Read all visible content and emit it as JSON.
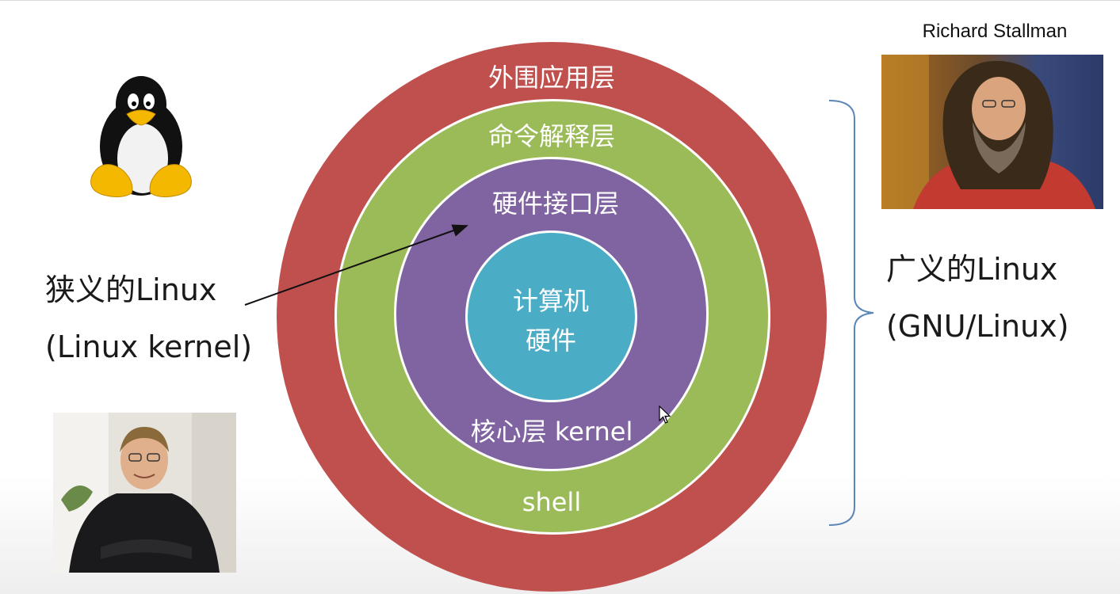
{
  "diagram": {
    "layers": {
      "outer": "外围应用层",
      "command": "命令解释层",
      "hardware_interface": "硬件接口层",
      "kernel": "核心层 kernel",
      "shell": "shell",
      "core_line1": "计算机",
      "core_line2": "硬件"
    },
    "colors": {
      "outer": "#c0504d",
      "shell": "#9bbb59",
      "kernel": "#8064a2",
      "hardware": "#4bacc6"
    }
  },
  "narrow": {
    "title": "狭义的Linux",
    "subtitle": "(Linux kernel)"
  },
  "broad": {
    "title": "广义的Linux",
    "subtitle": "(GNU/Linux)"
  },
  "people": {
    "stallman_name": "Richard Stallman"
  },
  "icons": {
    "logo": "tux-penguin-logo",
    "photo_left": "linus-torvalds-photo",
    "photo_right": "richard-stallman-photo",
    "pointer": "mouse-cursor-icon"
  }
}
